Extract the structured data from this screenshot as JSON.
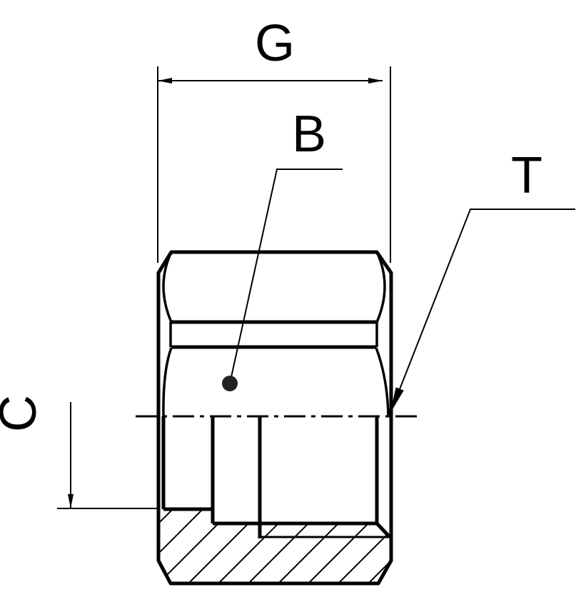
{
  "labels": {
    "g": "G",
    "b": "B",
    "t": "T",
    "c": "C"
  },
  "colors": {
    "stroke": "#000000",
    "background": "#ffffff"
  }
}
